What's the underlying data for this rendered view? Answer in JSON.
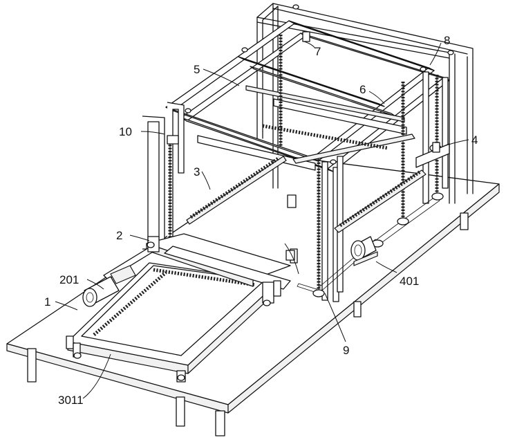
{
  "labels": {
    "l1": "1",
    "l2": "2",
    "l201": "201",
    "l3": "3",
    "l3011": "3011",
    "l4": "4",
    "l401": "401",
    "l5": "5",
    "l6": "6",
    "l7": "7",
    "l8": "8",
    "l9": "9",
    "l10": "10"
  },
  "colors": {
    "line": "#111111",
    "background": "#ffffff"
  }
}
